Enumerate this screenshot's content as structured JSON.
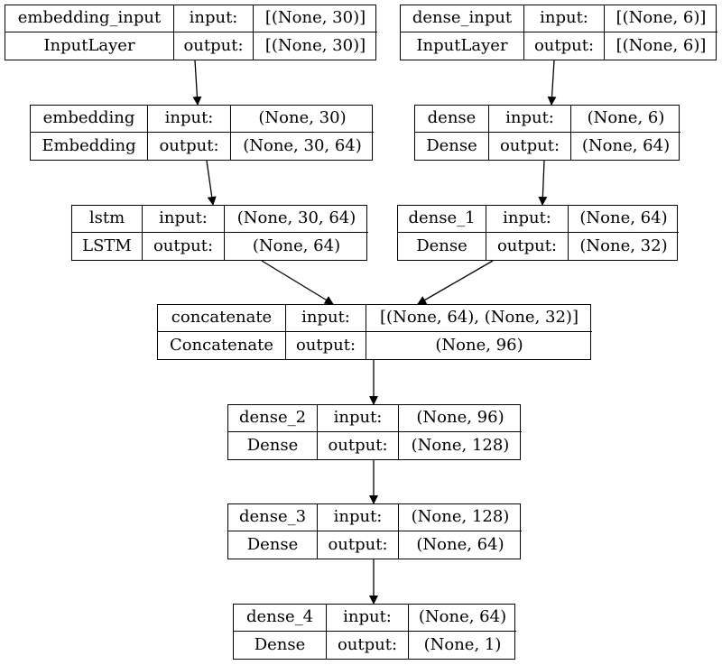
{
  "diagram": {
    "nodes": [
      {
        "id": "embedding_input",
        "name": "embedding_input",
        "type": "InputLayer",
        "input_label": "input:",
        "output_label": "output:",
        "input": "[(None, 30)]",
        "output": "[(None, 30)]"
      },
      {
        "id": "dense_input",
        "name": "dense_input",
        "type": "InputLayer",
        "input_label": "input:",
        "output_label": "output:",
        "input": "[(None, 6)]",
        "output": "[(None, 6)]"
      },
      {
        "id": "embedding",
        "name": "embedding",
        "type": "Embedding",
        "input_label": "input:",
        "output_label": "output:",
        "input": "(None, 30)",
        "output": "(None, 30, 64)"
      },
      {
        "id": "dense",
        "name": "dense",
        "type": "Dense",
        "input_label": "input:",
        "output_label": "output:",
        "input": "(None, 6)",
        "output": "(None, 64)"
      },
      {
        "id": "lstm",
        "name": "lstm",
        "type": "LSTM",
        "input_label": "input:",
        "output_label": "output:",
        "input": "(None, 30, 64)",
        "output": "(None, 64)"
      },
      {
        "id": "dense_1",
        "name": "dense_1",
        "type": "Dense",
        "input_label": "input:",
        "output_label": "output:",
        "input": "(None, 64)",
        "output": "(None, 32)"
      },
      {
        "id": "concatenate",
        "name": "concatenate",
        "type": "Concatenate",
        "input_label": "input:",
        "output_label": "output:",
        "input": "[(None, 64), (None, 32)]",
        "output": "(None, 96)"
      },
      {
        "id": "dense_2",
        "name": "dense_2",
        "type": "Dense",
        "input_label": "input:",
        "output_label": "output:",
        "input": "(None, 96)",
        "output": "(None, 128)"
      },
      {
        "id": "dense_3",
        "name": "dense_3",
        "type": "Dense",
        "input_label": "input:",
        "output_label": "output:",
        "input": "(None, 128)",
        "output": "(None, 64)"
      },
      {
        "id": "dense_4",
        "name": "dense_4",
        "type": "Dense",
        "input_label": "input:",
        "output_label": "output:",
        "input": "(None, 64)",
        "output": "(None, 1)"
      }
    ],
    "edges": [
      {
        "from": "embedding_input",
        "to": "embedding"
      },
      {
        "from": "dense_input",
        "to": "dense"
      },
      {
        "from": "embedding",
        "to": "lstm"
      },
      {
        "from": "dense",
        "to": "dense_1"
      },
      {
        "from": "lstm",
        "to": "concatenate"
      },
      {
        "from": "dense_1",
        "to": "concatenate"
      },
      {
        "from": "concatenate",
        "to": "dense_2"
      },
      {
        "from": "dense_2",
        "to": "dense_3"
      },
      {
        "from": "dense_3",
        "to": "dense_4"
      }
    ]
  }
}
